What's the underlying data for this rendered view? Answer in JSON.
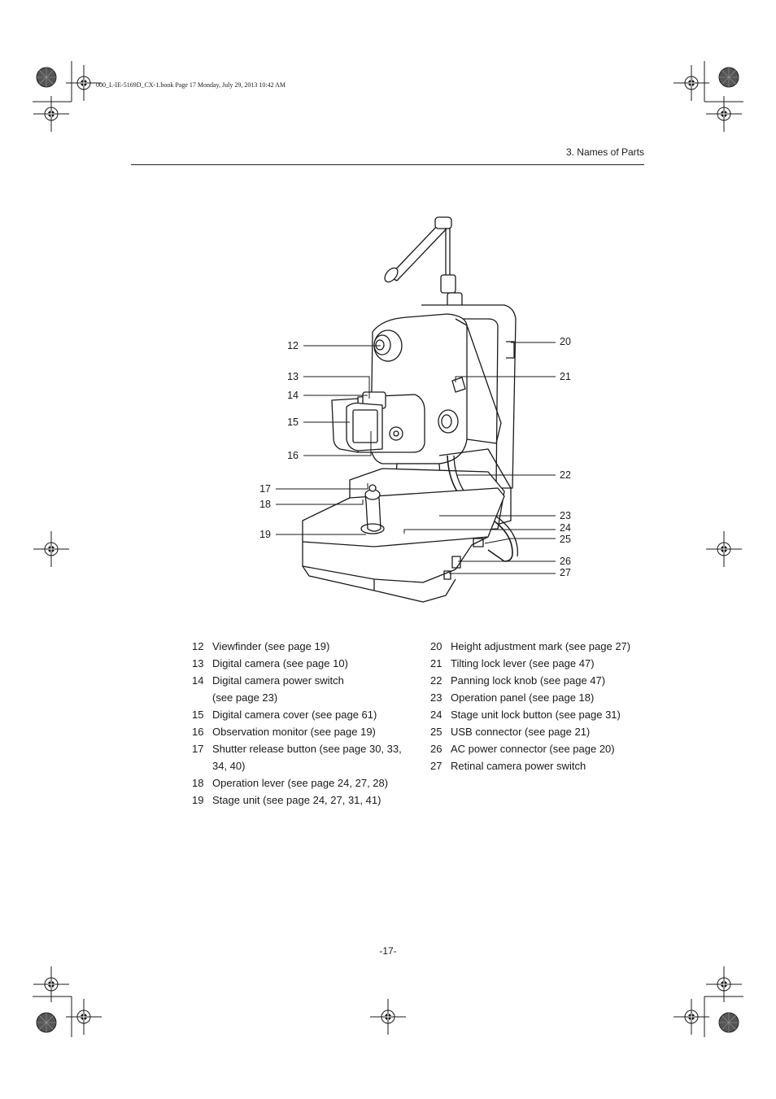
{
  "header": {
    "slug": "000_L-IE-5169D_CX-1.book  Page 17  Monday, July 29, 2013  10:42 AM",
    "section_title": "3. Names of Parts"
  },
  "callouts": {
    "left": [
      "12",
      "13",
      "14",
      "15",
      "16",
      "17",
      "18",
      "19"
    ],
    "right": [
      "20",
      "21",
      "22",
      "23",
      "24",
      "25",
      "26",
      "27"
    ]
  },
  "legend": {
    "left": [
      {
        "num": "12",
        "lines": [
          "Viewfinder (see page 19)"
        ]
      },
      {
        "num": "13",
        "lines": [
          "Digital camera (see page 10)"
        ]
      },
      {
        "num": "14",
        "lines": [
          "Digital camera power switch",
          "(see page 23)"
        ]
      },
      {
        "num": "15",
        "lines": [
          "Digital camera cover (see page 61)"
        ]
      },
      {
        "num": "16",
        "lines": [
          "Observation monitor (see page 19)"
        ]
      },
      {
        "num": "17",
        "lines": [
          "Shutter release button (see page 30, 33,",
          "34, 40)"
        ]
      },
      {
        "num": "18",
        "lines": [
          "Operation lever (see page 24, 27, 28)"
        ]
      },
      {
        "num": "19",
        "lines": [
          "Stage unit (see page 24, 27, 31, 41)"
        ]
      }
    ],
    "right": [
      {
        "num": "20",
        "lines": [
          "Height adjustment mark (see page 27)"
        ]
      },
      {
        "num": "21",
        "lines": [
          "Tilting lock lever (see page 47)"
        ]
      },
      {
        "num": "22",
        "lines": [
          "Panning lock knob (see page 47)"
        ]
      },
      {
        "num": "23",
        "lines": [
          "Operation panel (see page 18)"
        ]
      },
      {
        "num": "24",
        "lines": [
          "Stage unit lock button (see page 31)"
        ]
      },
      {
        "num": "25",
        "lines": [
          "USB connector (see page 21)"
        ]
      },
      {
        "num": "26",
        "lines": [
          "AC power connector (see page 20)"
        ]
      },
      {
        "num": "27",
        "lines": [
          "Retinal camera power switch"
        ]
      }
    ]
  },
  "footer": {
    "page_number": "-17-"
  },
  "colors": {
    "ink": "#1a1a1a",
    "rule": "#222222",
    "mark_gray": "#555555"
  }
}
